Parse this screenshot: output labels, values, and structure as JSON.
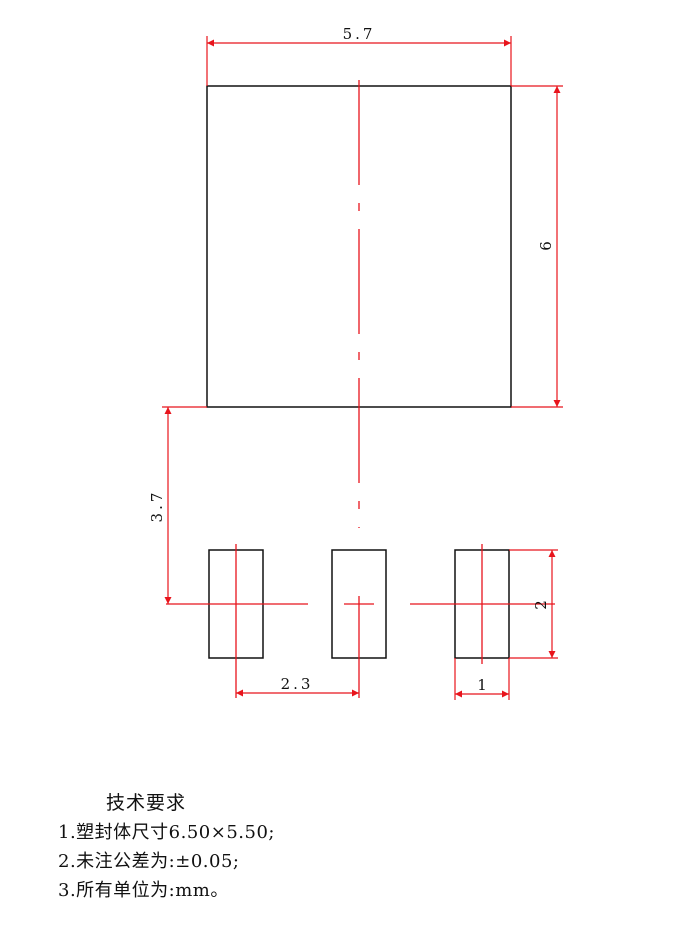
{
  "dimensions": {
    "body_width": "5.7",
    "body_height": "6",
    "body_to_pad_gap": "3.7",
    "pad_pitch": "2.3",
    "pad_width": "1",
    "pad_height": "2"
  },
  "notes": {
    "heading": "技术要求",
    "items": [
      "1.塑封体尺寸6.50×5.50;",
      "2.未注公差为:±0.05;",
      "3.所有单位为:mm。"
    ]
  },
  "colors": {
    "outline": "#111111",
    "dimension": "#e8141c"
  }
}
